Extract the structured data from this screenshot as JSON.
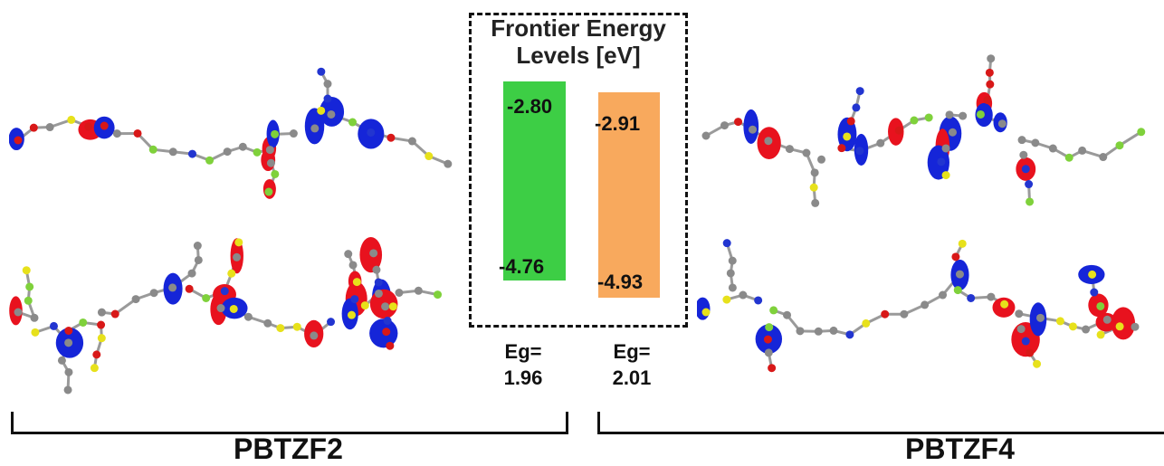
{
  "diagram": {
    "title_line1": "Frontier Energy",
    "title_line2": "Levels [eV]",
    "polymers": [
      {
        "name": "PBTZF2",
        "lumo": "-2.80",
        "homo": "-4.76",
        "lumo_value": -2.8,
        "homo_value": -4.76,
        "bar_color": "#3dce45",
        "eg_label": "Eg=",
        "eg_value": "1.96"
      },
      {
        "name": "PBTZF4",
        "lumo": "-2.91",
        "homo": "-4.93",
        "lumo_value": -2.91,
        "homo_value": -4.93,
        "bar_color": "#f8a95d",
        "eg_label": "Eg=",
        "eg_value": "2.01"
      }
    ],
    "orbital_colors": {
      "positive": "#e8121e",
      "negative": "#1525d8"
    },
    "atom_colors": {
      "carbon": "#8a8a8a",
      "sulfur": "#e7e11b",
      "nitrogen": "#2235d0",
      "fluorine": "#7fd13b",
      "oxygen": "#d81818"
    }
  }
}
